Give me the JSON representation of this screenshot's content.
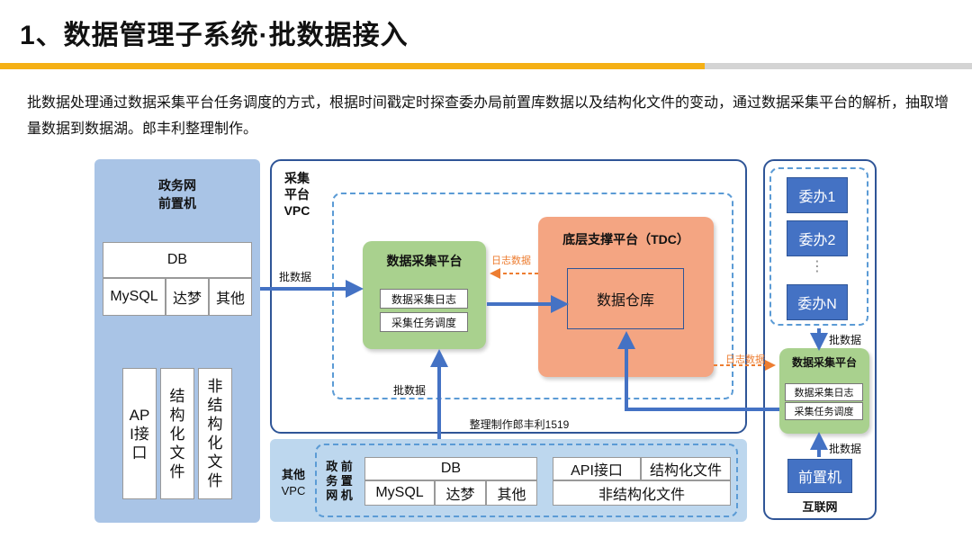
{
  "header": {
    "title": "1、数据管理子系统·批数据接入",
    "intro": "批数据处理通过数据采集平台任务调度的方式，根据时间戳定时探查委办局前置库数据以及结构化文件的变动，通过数据采集平台的解析，抽取增量数据到数据湖。郎丰利整理制作。"
  },
  "gov_frontend": {
    "label_line1": "政务网",
    "label_line2": "前置机",
    "db": "DB",
    "db_types": [
      "MySQL",
      "达梦",
      "其他"
    ],
    "api": "AP\nI接口",
    "structured": "结\n构\n化\n文\n件",
    "unstructured": "非\n结\n构\n化\n文\n件"
  },
  "collect_vpc": {
    "label": "采集\n平台\nVPC",
    "platform_title": "数据采集平台",
    "log_box": "数据采集日志",
    "schedule_box": "采集任务调度",
    "tdc_title": "底层支撑平台（TDC）",
    "warehouse": "数据仓库",
    "watermark": "整理制作郎丰利1519"
  },
  "other_vpc": {
    "label_line1": "其他",
    "label_line2": "VPC",
    "gov_label": "政 前\n务 置\n网 机",
    "db": "DB",
    "db_types": [
      "MySQL",
      "达梦",
      "其他"
    ],
    "api": "API接口",
    "structured": "结构化文件",
    "unstructured": "非结构化文件"
  },
  "internet": {
    "bureaus": [
      "委办1",
      "委办2",
      "委办N"
    ],
    "dots": "⋮",
    "platform_title": "数据采集平台",
    "log_box": "数据采集日志",
    "schedule_box": "采集任务调度",
    "frontend": "前置机",
    "label": "互联网"
  },
  "flow_labels": {
    "batch_left": "批数据",
    "batch_bottom": "批数据",
    "log_top": "日志数据",
    "log_right": "日志数据",
    "batch_right_top": "批数据",
    "batch_right_bottom": "批数据"
  },
  "colors": {
    "accent_yellow": "#f5b015",
    "arrow_blue": "#4472c4",
    "log_orange": "#ed7d31",
    "platform_green": "#a9d18e",
    "tdc_orange": "#f4a582"
  }
}
